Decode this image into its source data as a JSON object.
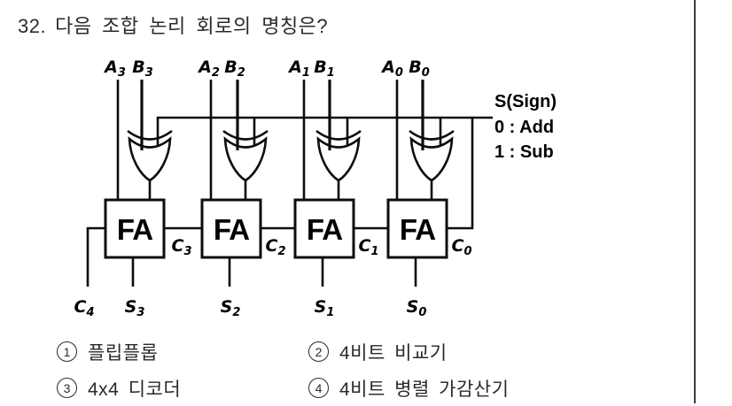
{
  "colors": {
    "ink": "#0d0d0d",
    "text": "#2a2a2a",
    "page_border": "#3c3c3c",
    "background": "#ffffff"
  },
  "question": {
    "number": "32.",
    "text": "다음 조합 논리 회로의 명칭은?"
  },
  "circuit": {
    "inputs": [
      {
        "a": {
          "main": "A",
          "sub": "3"
        },
        "b": {
          "main": "B",
          "sub": "3"
        }
      },
      {
        "a": {
          "main": "A",
          "sub": "2"
        },
        "b": {
          "main": "B",
          "sub": "2"
        }
      },
      {
        "a": {
          "main": "A",
          "sub": "1"
        },
        "b": {
          "main": "B",
          "sub": "1"
        }
      },
      {
        "a": {
          "main": "A",
          "sub": "0"
        },
        "b": {
          "main": "B",
          "sub": "0"
        }
      }
    ],
    "fa_label": "FA",
    "sign": {
      "label": "S(Sign)",
      "mode_add": "0 : Add",
      "mode_sub": "1 : Sub"
    },
    "carries": [
      {
        "main": "C",
        "sub": "3"
      },
      {
        "main": "C",
        "sub": "2"
      },
      {
        "main": "C",
        "sub": "1"
      },
      {
        "main": "C",
        "sub": "0"
      }
    ],
    "carry_out": {
      "main": "C",
      "sub": "4"
    },
    "sums": [
      {
        "main": "S",
        "sub": "3"
      },
      {
        "main": "S",
        "sub": "2"
      },
      {
        "main": "S",
        "sub": "1"
      },
      {
        "main": "S",
        "sub": "0"
      }
    ]
  },
  "options": [
    {
      "digit": "1",
      "label": "플립플롭"
    },
    {
      "digit": "2",
      "label": "4비트 비교기"
    },
    {
      "digit": "3",
      "label": "4x4 디코더"
    },
    {
      "digit": "4",
      "label": "4비트 병렬 가감산기"
    }
  ]
}
